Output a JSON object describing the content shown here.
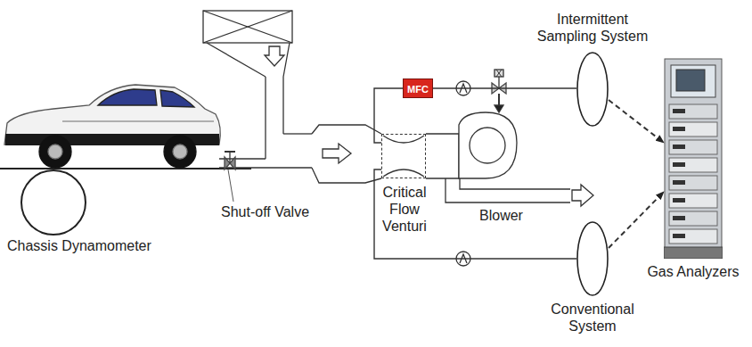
{
  "diagram": {
    "nodes": [
      {
        "text": [
          "Intermittent Sampling System"
        ]
      },
      {
        "text": [
          "MFC"
        ]
      },
      {
        "text": [
          "Critical Flow Venturi"
        ]
      },
      {
        "text": [
          "Gas Analyzers"
        ]
      },
      {
        "text": [
          "Conventional System"
        ]
      }
    ],
    "edges": [
      {
        "from": 2,
        "to": 1,
        "arrow": "none"
      },
      {
        "from": 1,
        "to": 0,
        "arrow": "none"
      },
      {
        "from": 2,
        "to": 4,
        "arrow": "none"
      },
      {
        "from": 0,
        "to": 3,
        "arrow": "to"
      },
      {
        "from": 4,
        "to": 3,
        "arrow": "to"
      }
    ],
    "labels": [
      "Chassis Dynamometer",
      "Shut-off Valve",
      "Blower"
    ]
  }
}
